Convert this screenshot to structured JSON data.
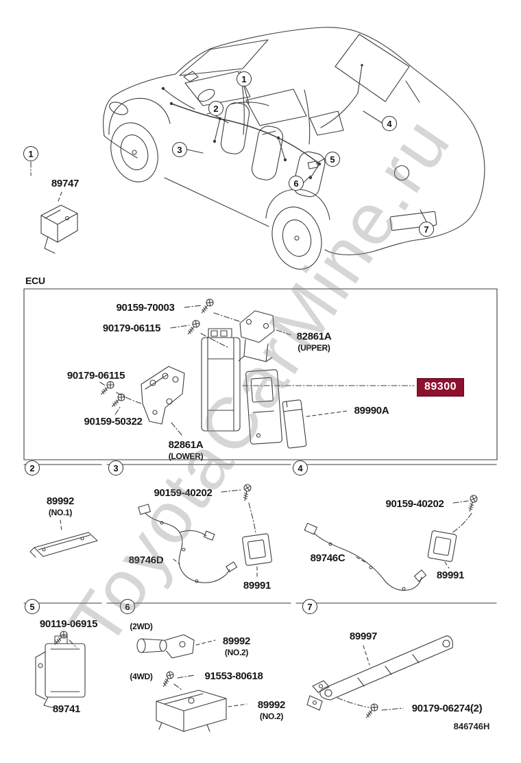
{
  "watermark": "ToyotaCarMine.ru",
  "diagram_code": "846746H",
  "colors": {
    "highlight_bg": "#8e102f",
    "highlight_text": "#ffffff"
  },
  "callouts": [
    "1",
    "2",
    "3",
    "4",
    "5",
    "6",
    "7"
  ],
  "standalone": {
    "part": "89747"
  },
  "ecu": {
    "label": "ECU",
    "screw_top": "90159-70003",
    "nut_upper": "90179-06115",
    "bracket_upper": "82861A",
    "bracket_upper_note": "(UPPER)",
    "nut_lower": "90179-06115",
    "screw_lower": "90159-50322",
    "bracket_lower": "82861A",
    "bracket_lower_note": "(LOWER)",
    "amplifier": "89990A",
    "main_part": "89300"
  },
  "sections": {
    "s2": {
      "part": "89992",
      "note": "(NO.1)"
    },
    "s3": {
      "screw": "90159-40202",
      "harness": "89746D",
      "receiver": "89991"
    },
    "s4": {
      "screw": "90159-40202",
      "harness": "89746C",
      "receiver": "89991"
    },
    "s5": {
      "bolt": "90119-06915",
      "part": "89741"
    },
    "s6": {
      "variant_a": "(2WD)",
      "part_a": "89992",
      "note_a": "(NO.2)",
      "variant_b": "(4WD)",
      "screw_b": "91553-80618",
      "part_b": "89992",
      "note_b": "(NO.2)"
    },
    "s7": {
      "bracket": "89997",
      "screw": "90179-06274(2)"
    }
  }
}
